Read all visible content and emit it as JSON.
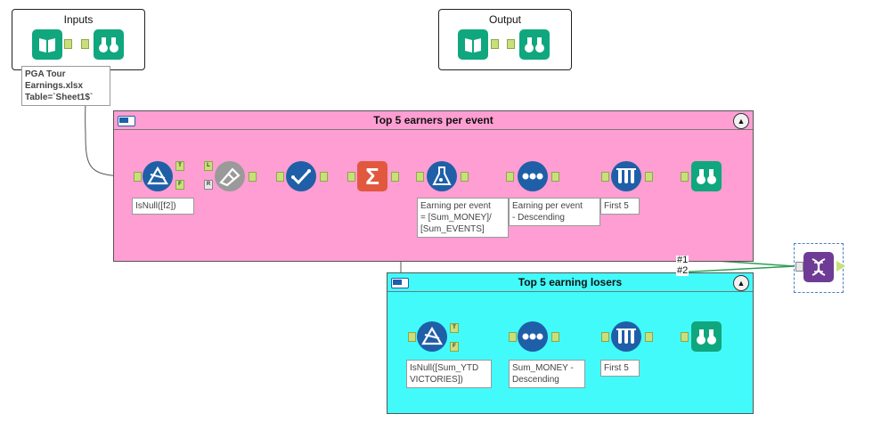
{
  "boxes": {
    "inputs": {
      "title": "Inputs"
    },
    "output": {
      "title": "Output"
    }
  },
  "containers": {
    "top": {
      "title": "Top 5 earners per event",
      "color": "#ff9ed2"
    },
    "losers": {
      "title": "Top 5 earning losers",
      "color": "#42fafa"
    }
  },
  "annotations": {
    "input_line1": "PGA Tour",
    "input_line2": "Earnings.xlsx",
    "input_line3": "Table=`Sheet1$`",
    "filter1": "IsNull([f2])",
    "formula_line1": "Earning per event",
    "formula_line2": "= [Sum_MONEY]/",
    "formula_line3": "[Sum_EVENTS]",
    "sort1_line1": "Earning per event",
    "sort1_line2": "- Descending",
    "sample1": "First 5",
    "filter2_line1": "IsNull([Sum_YTD",
    "filter2_line2": "VICTORIES])",
    "sort2_line1": "Sum_MONEY -",
    "sort2_line2": "Descending",
    "sample2": "First 5"
  },
  "anchor_labels": {
    "true": "T",
    "false": "F",
    "left": "L",
    "right": "R"
  },
  "union_labels": {
    "first": "#1",
    "second": "#2"
  },
  "icons": {
    "input": "book-icon",
    "browse": "binoculars-icon",
    "filter": "filter-triangle-icon",
    "join": "join-icon",
    "select": "check-icon",
    "summarize": "sigma-icon",
    "formula": "flask-icon",
    "sort": "dots-icon",
    "sample": "test-tubes-icon",
    "union": "dna-icon"
  },
  "colors": {
    "teal": "#10a77e",
    "blue": "#1f5fa8",
    "orange": "#e2583f",
    "gray": "#9a9a9a",
    "purple": "#6e3c96",
    "wire": "#2e9e55",
    "anchor": "#c9e07a"
  }
}
